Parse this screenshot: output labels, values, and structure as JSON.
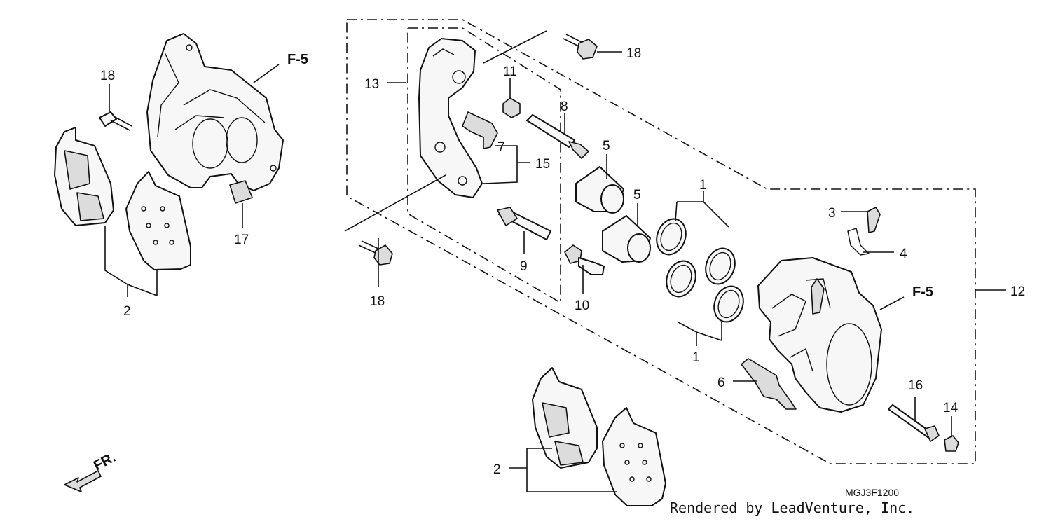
{
  "labels": {
    "p1_top": "1",
    "p1_bottom": "1",
    "p2_left": "2",
    "p2_bottom": "2",
    "p3": "3",
    "p4": "4",
    "p5_a": "5",
    "p5_b": "5",
    "p6": "6",
    "p7": "7",
    "p8": "8",
    "p9": "9",
    "p10": "10",
    "p11": "11",
    "p12": "12",
    "p13": "13",
    "p14": "14",
    "p15": "15",
    "p16": "16",
    "p17": "17",
    "p18_left": "18",
    "p18_top": "18",
    "p18_mid": "18"
  },
  "refs": {
    "f5_left": "F-5",
    "f5_right": "F-5",
    "front": "FR."
  },
  "diagram_code": "MGJ3F1200",
  "credit": "Rendered by LeadVenture, Inc."
}
